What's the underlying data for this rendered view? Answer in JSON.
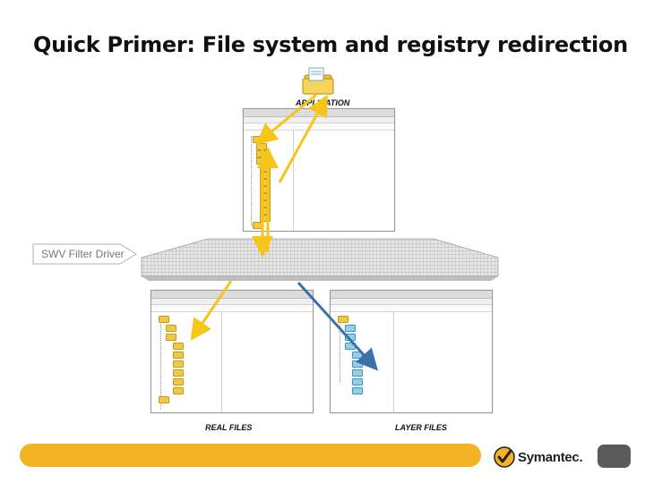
{
  "slide": {
    "title": "Quick Primer: File system and registry redirection"
  },
  "labels": {
    "application": "APPLICATION",
    "filter_driver": "SWV Filter Driver",
    "real_files": "REAL FILES",
    "layer_files": "LAYER FILES"
  },
  "branding": {
    "logo_text": "Symantec.",
    "bar_color": "#f4b324",
    "arrow_yellow": "#f5c518",
    "arrow_blue": "#3d6fa8"
  }
}
